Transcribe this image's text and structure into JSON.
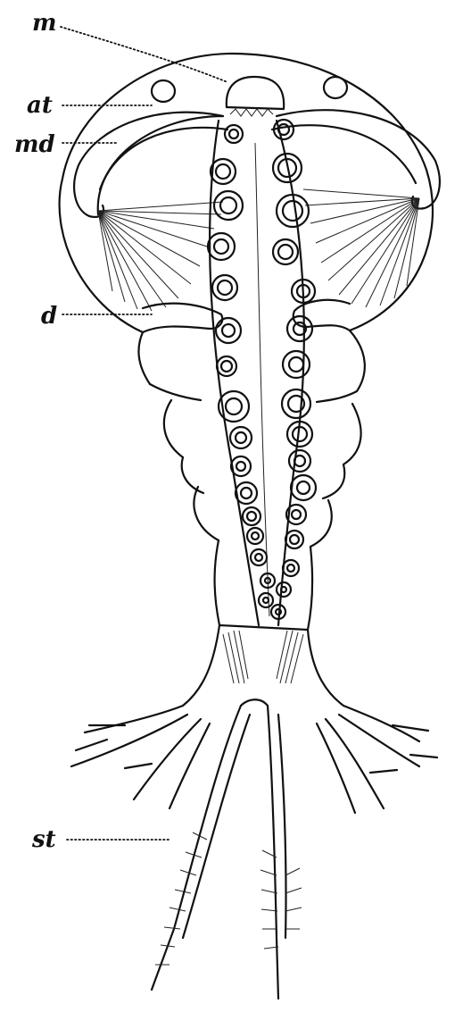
{
  "labels": {
    "m": "m",
    "at": "at",
    "md": "md",
    "d": "d",
    "st": "st"
  },
  "colors": {
    "ink": "#111111",
    "background": "#ffffff"
  }
}
